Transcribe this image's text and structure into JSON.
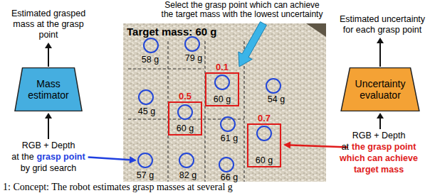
{
  "diagram": {
    "caption": "1: Concept: The robot estimates grasp masses at several g",
    "nodes": [
      {
        "text": [
          "Mass estimator"
        ]
      },
      {
        "text": [
          "Uncertainty evaluator"
        ]
      },
      {
        "text": [
          "0.1",
          "60 g"
        ]
      },
      {
        "text": [
          "0.5",
          "60 g"
        ]
      },
      {
        "text": [
          "0.7",
          "60 g"
        ]
      }
    ],
    "labels": [
      "Select the grasp point which can achieve the target mass with the lowest uncertainty",
      "Estimated grasped mass at the grasp point",
      "Estimated uncertainty for each grasp point",
      "Target mass: 60 g",
      "58 g",
      "79 g",
      "54 g",
      "45 g",
      "61 g",
      "57 g",
      "82 g",
      "66 g",
      "RGB + Depth",
      "at the",
      "grasp point",
      "by grid search",
      "RGB + Depth",
      "at",
      "the grasp point",
      "which can achieve",
      "target mass"
    ]
  }
}
